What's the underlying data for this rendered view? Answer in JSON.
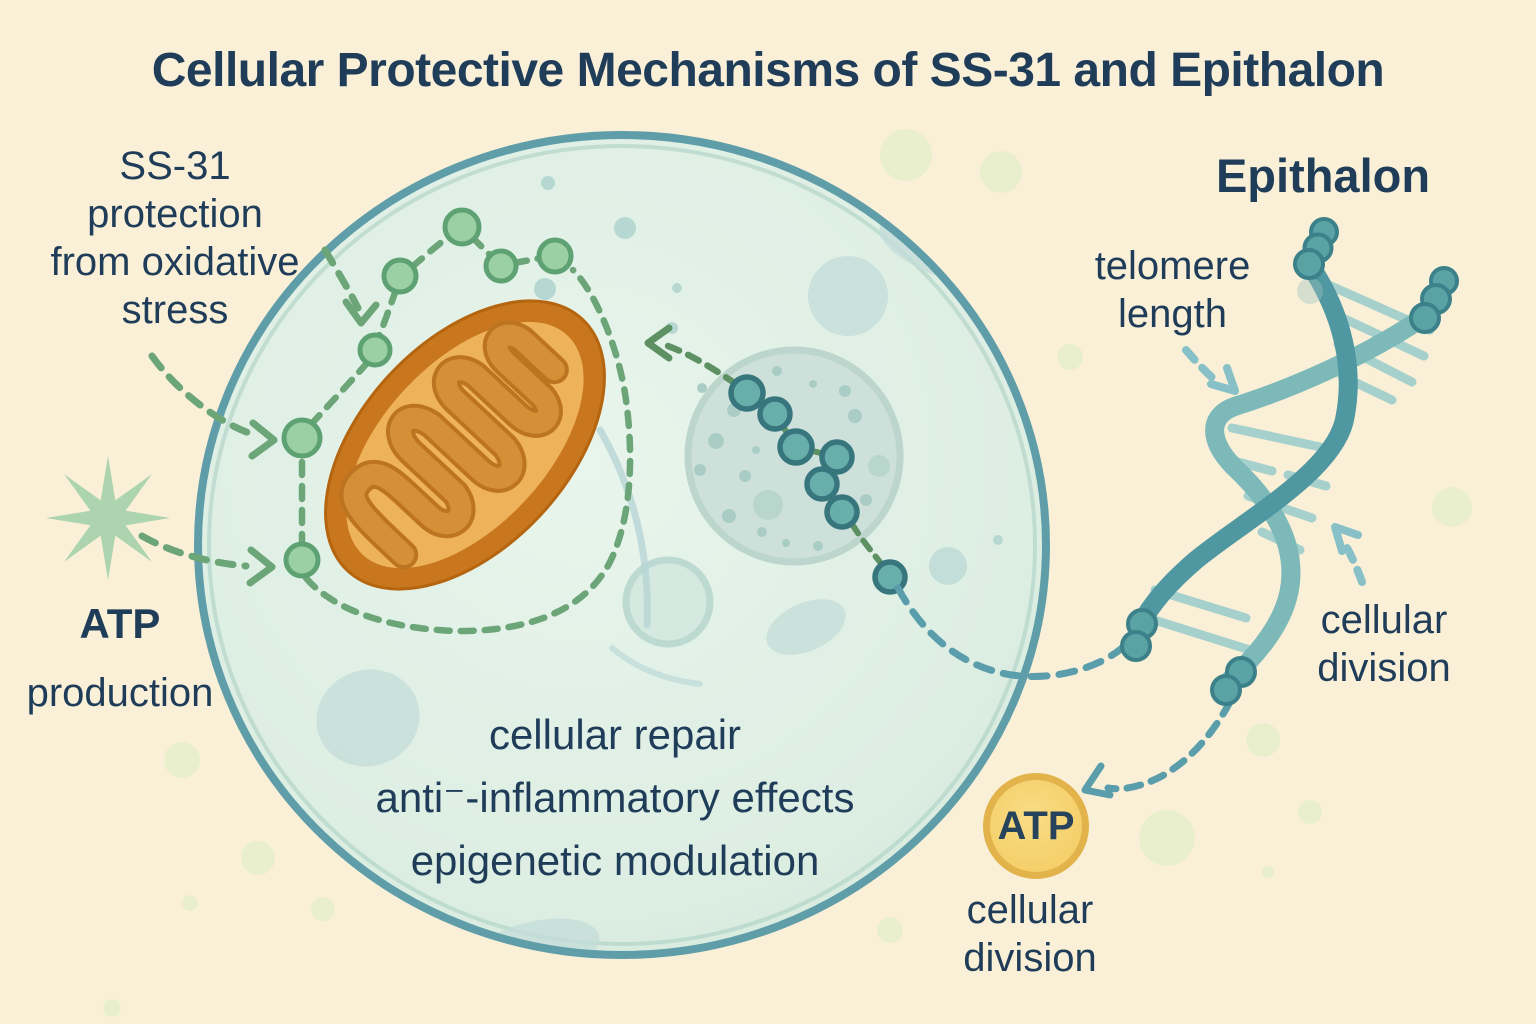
{
  "title": "Cellular Protective Mechanisms of SS-31 and Epithalon",
  "labels": {
    "ss31": "SS-31\nprotection\nfrom oxidative\nstress",
    "atp_production_line1": "ATP",
    "atp_production_line2": "production",
    "epithalon": "Epithalon",
    "telomere_length": "telomere\nlength",
    "cellular_division_right": "cellular\ndivision",
    "atp_badge": "ATP",
    "cellular_division_bottom": "cellular\ndivision",
    "cell_functions": "cellular repair\nanti⁻-inflammatory effects\nepigenetic modulation"
  },
  "icons": {
    "cell": "large cell with membrane",
    "mitochondrion": "orange organelle with cristae",
    "nucleus": "speckled nucleus with peptide bead chain",
    "dna_helix": "teal double helix with telomere beads",
    "starburst": "8-point energy star",
    "atp_badge": "yellow ATP circle"
  },
  "colors": {
    "background": "#faf0d8",
    "text_navy": "#1f3c59",
    "cell_fill": "#e1f0e7",
    "cell_membrane": "#5f9da9",
    "mito_rim": "#c8771e",
    "mito_matrix": "#eeb25a",
    "mito_cristae": "#d58f37",
    "green_path": "#6ba578",
    "green_bead": "#9bd0a4",
    "nucleus_fill": "#cde1da",
    "teal_path": "#5a9dab",
    "dna_dark": "#4f97a1",
    "dna_light": "#7db9b9",
    "dna_rung": "#a6d0cc",
    "light_arrow": "#87c0c6",
    "atp_fill": "#f3cb60",
    "atp_border": "#e2b34a",
    "star_green": "#abd4af",
    "speckle": "#e9efcd"
  }
}
